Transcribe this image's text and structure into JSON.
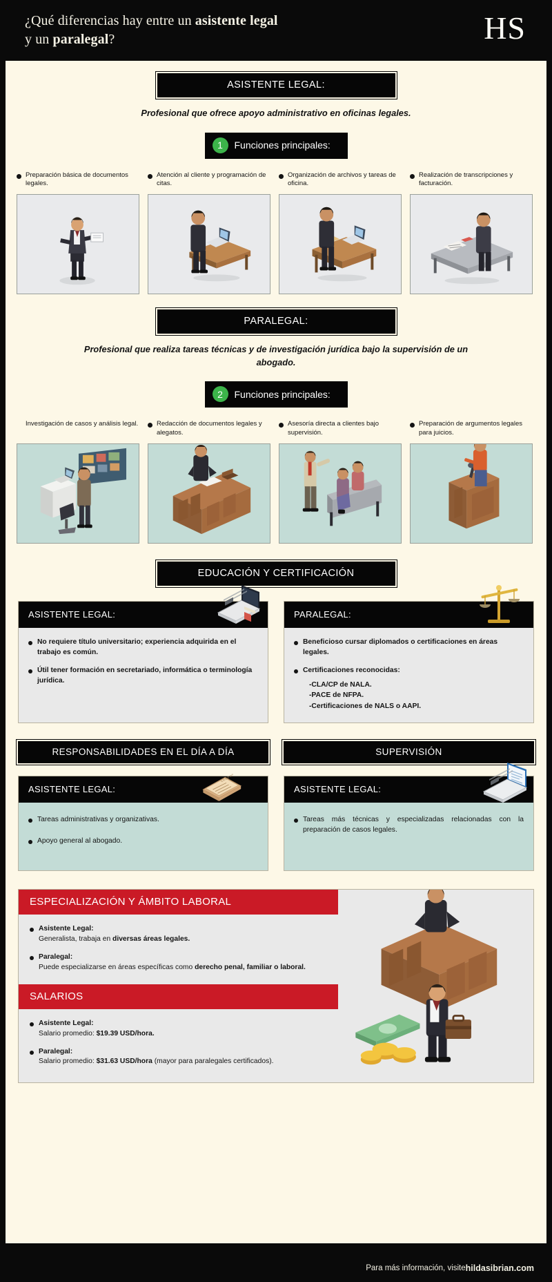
{
  "header": {
    "title_line1_plain": "¿Qué diferencias hay entre un ",
    "title_line1_bold": "asistente legal",
    "title_line2_plain_pre": "y un ",
    "title_line2_bold": "paralegal",
    "title_line2_plain_post": "?",
    "logo": "HS"
  },
  "section_assistant": {
    "banner": "ASISTENTE LEGAL:",
    "subtitle": "Profesional que ofrece apoyo administrativo en oficinas legales.",
    "functions_badge": "1",
    "functions_label": "Funciones principales:",
    "items": [
      {
        "caption": "Preparación básica de documentos legales.",
        "has_bullet": true,
        "panel": "office-worker-documents"
      },
      {
        "caption": "Atención al cliente y programación de citas.",
        "has_bullet": true,
        "panel": "desk-laptop-client"
      },
      {
        "caption": "Organización de archivos y tareas de oficina.",
        "has_bullet": true,
        "panel": "desk-files-organizing"
      },
      {
        "caption": "Realización de transcripciones y facturación.",
        "has_bullet": true,
        "panel": "transcription-desk"
      }
    ]
  },
  "section_paralegal": {
    "banner": "PARALEGAL:",
    "subtitle": "Profesional que realiza tareas técnicas y de investigación jurídica bajo la supervisión de un abogado.",
    "functions_badge": "2",
    "functions_label": "Funciones principales:",
    "items": [
      {
        "caption": "Investigación de casos y análisis legal.",
        "has_bullet": false,
        "panel": "case-research-board"
      },
      {
        "caption": "Redacción de documentos legales y alegatos.",
        "has_bullet": true,
        "panel": "judge-bench-writing"
      },
      {
        "caption": "Asesoría directa a clientes bajo supervisión.",
        "has_bullet": true,
        "panel": "client-advising-bench"
      },
      {
        "caption": "Preparación de argumentos legales para juicios.",
        "has_bullet": true,
        "panel": "podium-argument"
      }
    ]
  },
  "education": {
    "banner": "EDUCACIÓN Y CERTIFICACIÓN",
    "assistant": {
      "title": "ASISTENTE LEGAL:",
      "icon": "laptop-icon",
      "bullets": [
        "No requiere título universitario; experiencia adquirida en el trabajo es común.",
        "Útil tener formación en secretariado, informática o terminología jurídica."
      ]
    },
    "paralegal": {
      "title": "PARALEGAL:",
      "icon": "scales-of-justice-icon",
      "bullets": [
        "Beneficioso cursar diplomados o certificaciones en áreas legales.",
        "Certificaciones reconocidas:"
      ],
      "sub_bullets": [
        "-CLA/CP de NALA.",
        "-PACE de NFPA.",
        "-Certificaciones de NALS o AAPI."
      ]
    }
  },
  "daily": {
    "banner_left": "RESPONSABILIDADES EN EL DÍA A DÍA",
    "banner_right": "SUPERVISIÓN",
    "left": {
      "title": "ASISTENTE LEGAL:",
      "icon": "document-stack-icon",
      "bullets": [
        "Tareas administrativas y organizativas.",
        "Apoyo general al abogado."
      ]
    },
    "right": {
      "title": "ASISTENTE LEGAL:",
      "icon": "laptop-icon",
      "bullets": [
        "Tareas más técnicas y especializadas relacionadas con la preparación de casos legales."
      ]
    }
  },
  "specialization": {
    "bar": "ESPECIALIZACIÓN Y ÁMBITO LABORAL",
    "items": [
      {
        "role": "Asistente Legal:",
        "text_pre": "Generalista, trabaja en ",
        "text_bold": "diversas áreas legales.",
        "text_post": ""
      },
      {
        "role": "Paralegal:",
        "text_pre": "Puede especializarse en áreas específicas como ",
        "text_bold": "derecho penal, familiar o laboral.",
        "text_post": ""
      }
    ],
    "art": "judge-bench-icon"
  },
  "salaries": {
    "bar": "SALARIOS",
    "items": [
      {
        "role": "Asistente Legal:",
        "text_pre": "Salario promedio: ",
        "text_bold": "$19.39 USD/hora.",
        "text_post": ""
      },
      {
        "role": "Paralegal:",
        "text_pre": "Salario promedio: ",
        "text_bold": "$31.63 USD/hora",
        "text_post": " (mayor para paralegales certificados)."
      }
    ],
    "art": "money-briefcase-icon"
  },
  "footer": {
    "text": "Para más información, visite ",
    "site": "hildasibrian.com"
  },
  "colors": {
    "background": "#fdf8e7",
    "dark": "#060606",
    "green_badge": "#3cb44a",
    "red_bar": "#ca1a26",
    "panel_grey": "#e9eaec",
    "panel_teal": "#c3dcd6"
  }
}
